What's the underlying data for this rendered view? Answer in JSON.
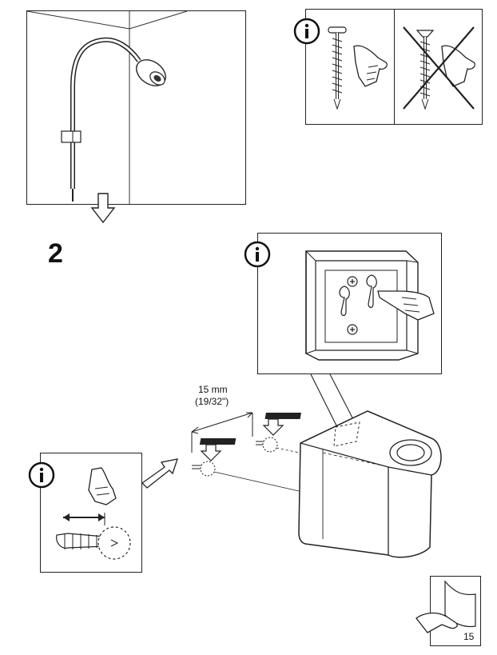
{
  "step": {
    "number": "2"
  },
  "measurement": {
    "metric": "15 mm",
    "imperial": "(19/32\")"
  },
  "page": {
    "number": "15"
  },
  "icons": {
    "info": "info-icon",
    "continue": "down-arrow-icon",
    "page_turn": "page-turn-icon"
  }
}
